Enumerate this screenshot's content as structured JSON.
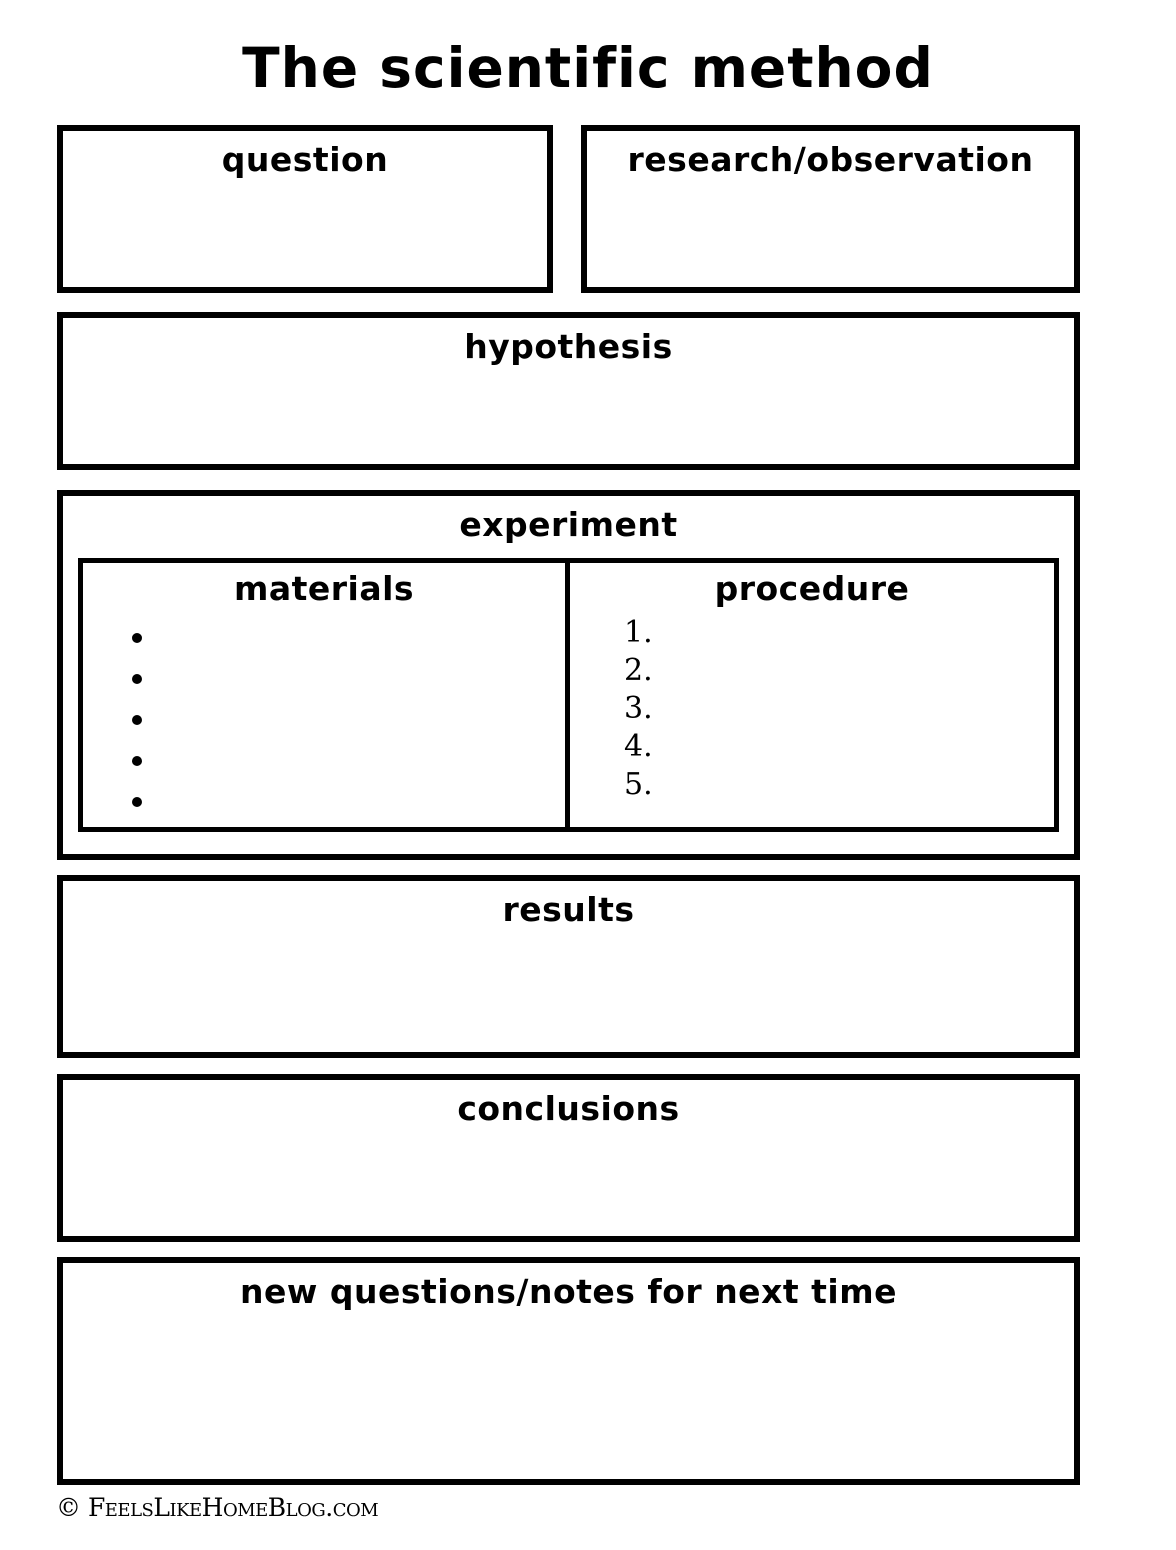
{
  "page": {
    "title": "The scientific method",
    "footer_copyright": "© FeelsLikeHomeBlog.com",
    "colors": {
      "ink": "#000000",
      "paper": "#ffffff"
    }
  },
  "sections": {
    "question": {
      "label": "question"
    },
    "research_observation": {
      "label": "research/observation"
    },
    "hypothesis": {
      "label": "hypothesis"
    },
    "experiment": {
      "label": "experiment",
      "materials": {
        "label": "materials",
        "bullets": [
          "",
          "",
          "",
          "",
          ""
        ]
      },
      "procedure": {
        "label": "procedure",
        "steps": [
          "1.",
          "2.",
          "3.",
          "4.",
          "5."
        ]
      }
    },
    "results": {
      "label": "results"
    },
    "conclusions": {
      "label": "conclusions"
    },
    "new_questions": {
      "label": "new questions/notes for next time"
    }
  }
}
